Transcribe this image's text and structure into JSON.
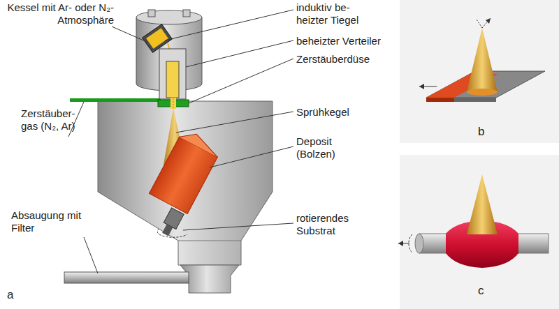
{
  "diagram": {
    "labels": [
      "Kessel mit Ar- oder N₂-Atmosphäre",
      "induktiv be- heizter Tiegel",
      "beheizter Verteiler",
      "Zerstäuberdüse",
      "Zerstäuber- gas (N₂, Ar)",
      "Sprühkegel",
      "Deposit (Bolzen)",
      "Absaugung mit Filter",
      "rotierendes Substrat",
      "a",
      "b",
      "c"
    ]
  }
}
